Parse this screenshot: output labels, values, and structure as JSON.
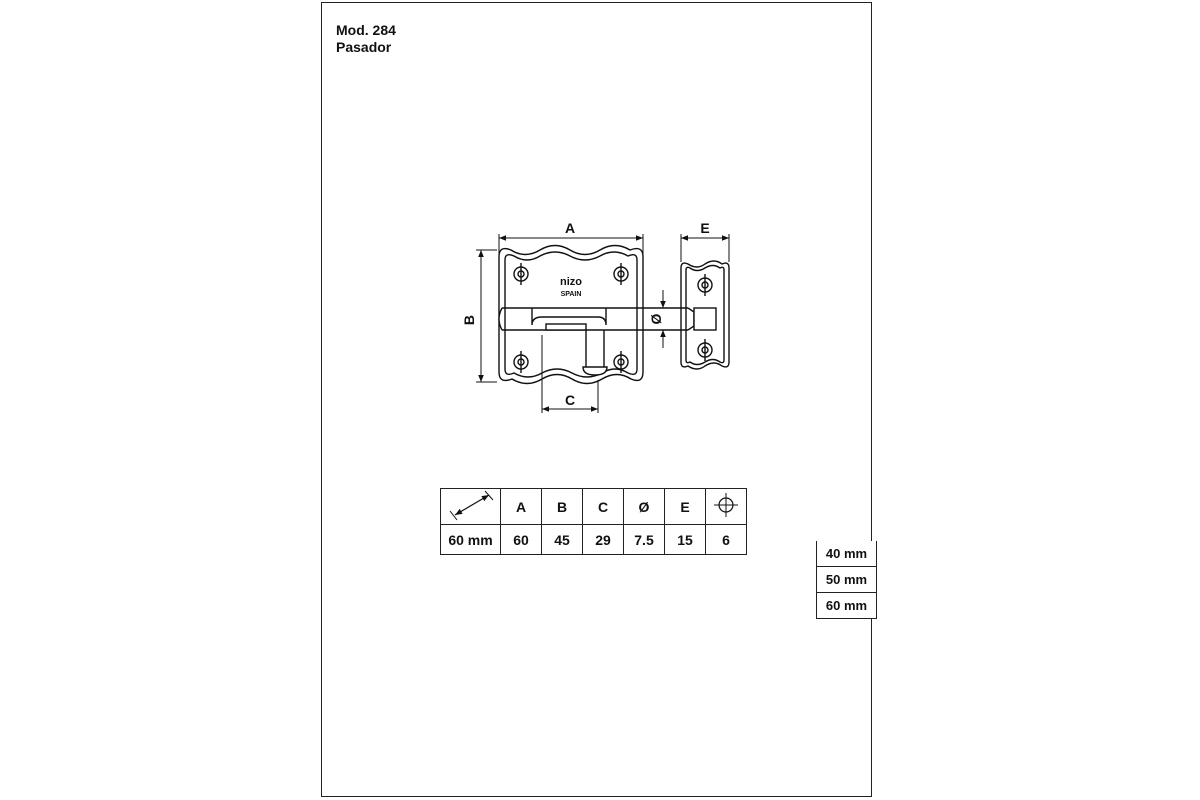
{
  "header": {
    "model": "Mod. 284",
    "name": "Pasador"
  },
  "drawing": {
    "brand": "nizo",
    "origin": "SPAIN",
    "labels": {
      "a": "A",
      "b": "B",
      "c": "C",
      "diameter": "Ø",
      "e": "E"
    }
  },
  "spec_table": {
    "headers": [
      "A",
      "B",
      "C",
      "Ø",
      "E"
    ],
    "screw_icon": "screw-hole-icon",
    "size_icon": "diagonal-size-arrow-icon",
    "row": {
      "size": "60 mm",
      "a": "60",
      "b": "45",
      "c": "29",
      "diameter": "7.5",
      "e": "15",
      "screw": "6"
    }
  },
  "size_options": [
    "40 mm",
    "50 mm",
    "60 mm"
  ]
}
